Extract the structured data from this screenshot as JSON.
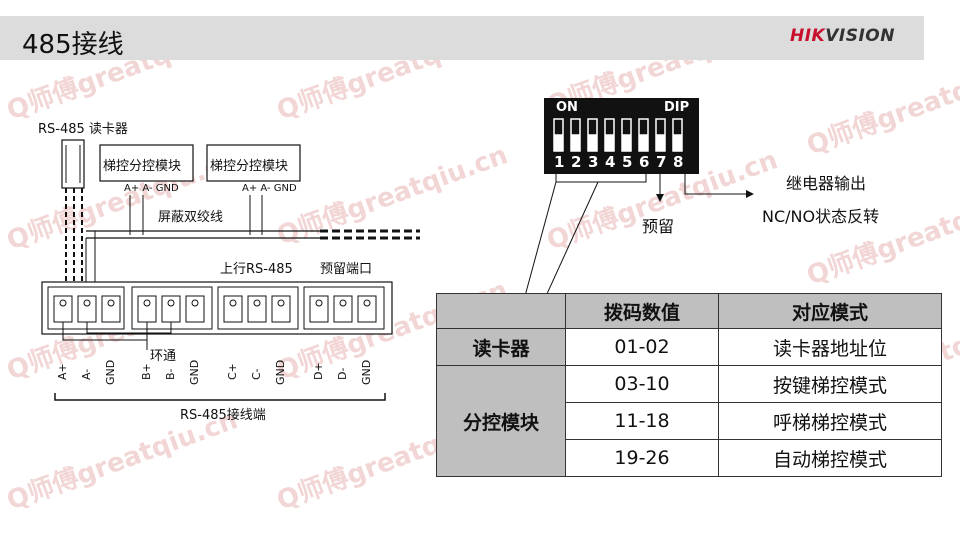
{
  "slide": {
    "title": "485接线"
  },
  "logo": {
    "brand_red": "HIK",
    "brand_rest": "VISION"
  },
  "watermark": "Q师傅greatqiu.cn",
  "left_diagram": {
    "reader_label": "RS-485 读卡器",
    "module_1": "梯控分控模块",
    "module_2": "梯控分控模块",
    "module_1_pins": "A+ A- GND",
    "module_2_pins": "A+ A- GND",
    "shielded_cable": "屏蔽双绞线",
    "uplink": "上行RS-485",
    "reserved_port": "预留端口",
    "loop_through": "环通",
    "terminal_labels": [
      "A+",
      "A-",
      "GND",
      "B+",
      "B-",
      "GND",
      "C+",
      "C-",
      "GND",
      "D+",
      "D-",
      "GND"
    ],
    "terminal_caption": "RS-485接线端"
  },
  "dip": {
    "on_label": "ON",
    "dip_label": "DIP",
    "switch_numbers": [
      "1",
      "2",
      "3",
      "4",
      "5",
      "6",
      "7",
      "8"
    ],
    "reserved": "预留",
    "relay_line1": "继电器输出",
    "relay_line2": "NC/NO状态反转"
  },
  "table": {
    "headers": [
      "",
      "拨码数值",
      "对应模式"
    ],
    "reader_group": "读卡器",
    "module_group": "分控模块",
    "rows": [
      {
        "value": "01-02",
        "mode": "读卡器地址位"
      },
      {
        "value": "03-10",
        "mode": "按键梯控模式"
      },
      {
        "value": "11-18",
        "mode": "呼梯梯控模式"
      },
      {
        "value": "19-26",
        "mode": "自动梯控模式"
      }
    ]
  },
  "colors": {
    "title_bar": "#dcdcdc",
    "table_header": "#bfbfbf",
    "logo_red": "#c8102e",
    "watermark": "#f2d6d6"
  }
}
